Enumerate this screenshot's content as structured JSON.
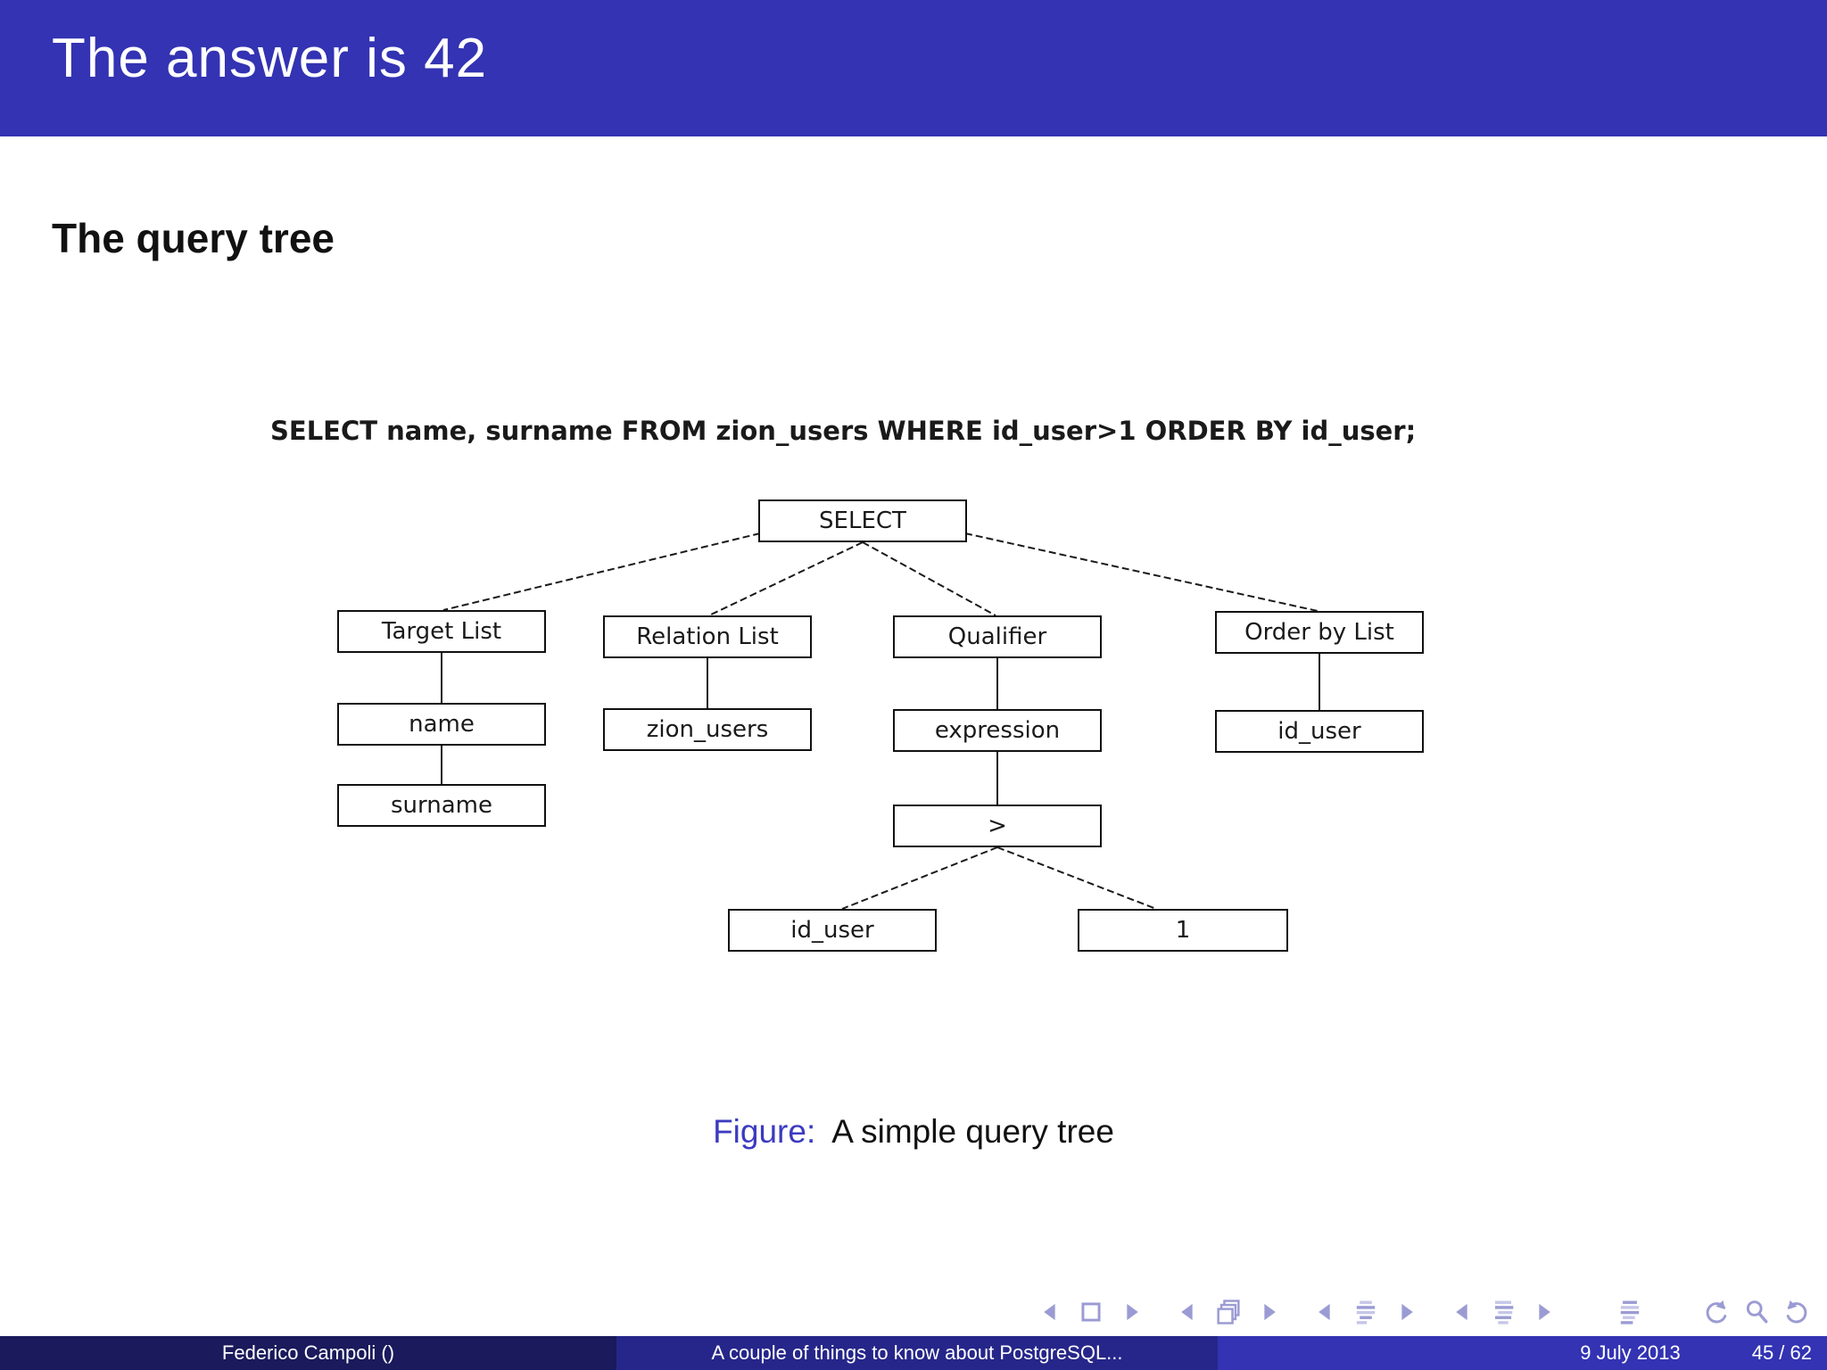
{
  "header": {
    "title": "The answer is 42"
  },
  "body": {
    "subtitle": "The query tree",
    "sql": "SELECT name, surname FROM zion_users WHERE id_user>1 ORDER BY id_user;"
  },
  "tree": {
    "nodes": {
      "select": {
        "label": "SELECT"
      },
      "target_list": {
        "label": "Target List"
      },
      "relation_list": {
        "label": "Relation List"
      },
      "qualifier": {
        "label": "Qualifier"
      },
      "order_by_list": {
        "label": "Order by List"
      },
      "name": {
        "label": "name"
      },
      "zion_users": {
        "label": "zion_users"
      },
      "expression": {
        "label": "expression"
      },
      "order_id_user": {
        "label": "id_user"
      },
      "surname": {
        "label": "surname"
      },
      "gt": {
        "label": ">"
      },
      "where_id_user": {
        "label": "id_user"
      },
      "one": {
        "label": "1"
      }
    }
  },
  "caption": {
    "label": "Figure:",
    "text": "A simple query tree"
  },
  "footer": {
    "author": "Federico Campoli  ()",
    "title": "A couple of things to know about PostgreSQL...",
    "date": "9 July 2013",
    "page": "45 / 62"
  },
  "nav_icons": [
    "prev-slide",
    "current-frame",
    "next-slide",
    "prev-frame",
    "frame-overlays",
    "next-frame",
    "prev-section",
    "section-overview",
    "next-section",
    "prev-subsection",
    "subsection-overview",
    "next-subsection",
    "presentation-overview",
    "undo-navigation",
    "search",
    "redo-navigation"
  ],
  "colors": {
    "header_bg": "#3333b3",
    "caption_label": "#3b3bc0",
    "footer_author_bg": "#1a1a5c",
    "footer_title_bg": "#26268a",
    "footer_date_bg": "#3333b3",
    "nav_icon": "#9b9bd4",
    "nav_icon_light": "#c6c6e8",
    "text": "#1a1a1a"
  }
}
